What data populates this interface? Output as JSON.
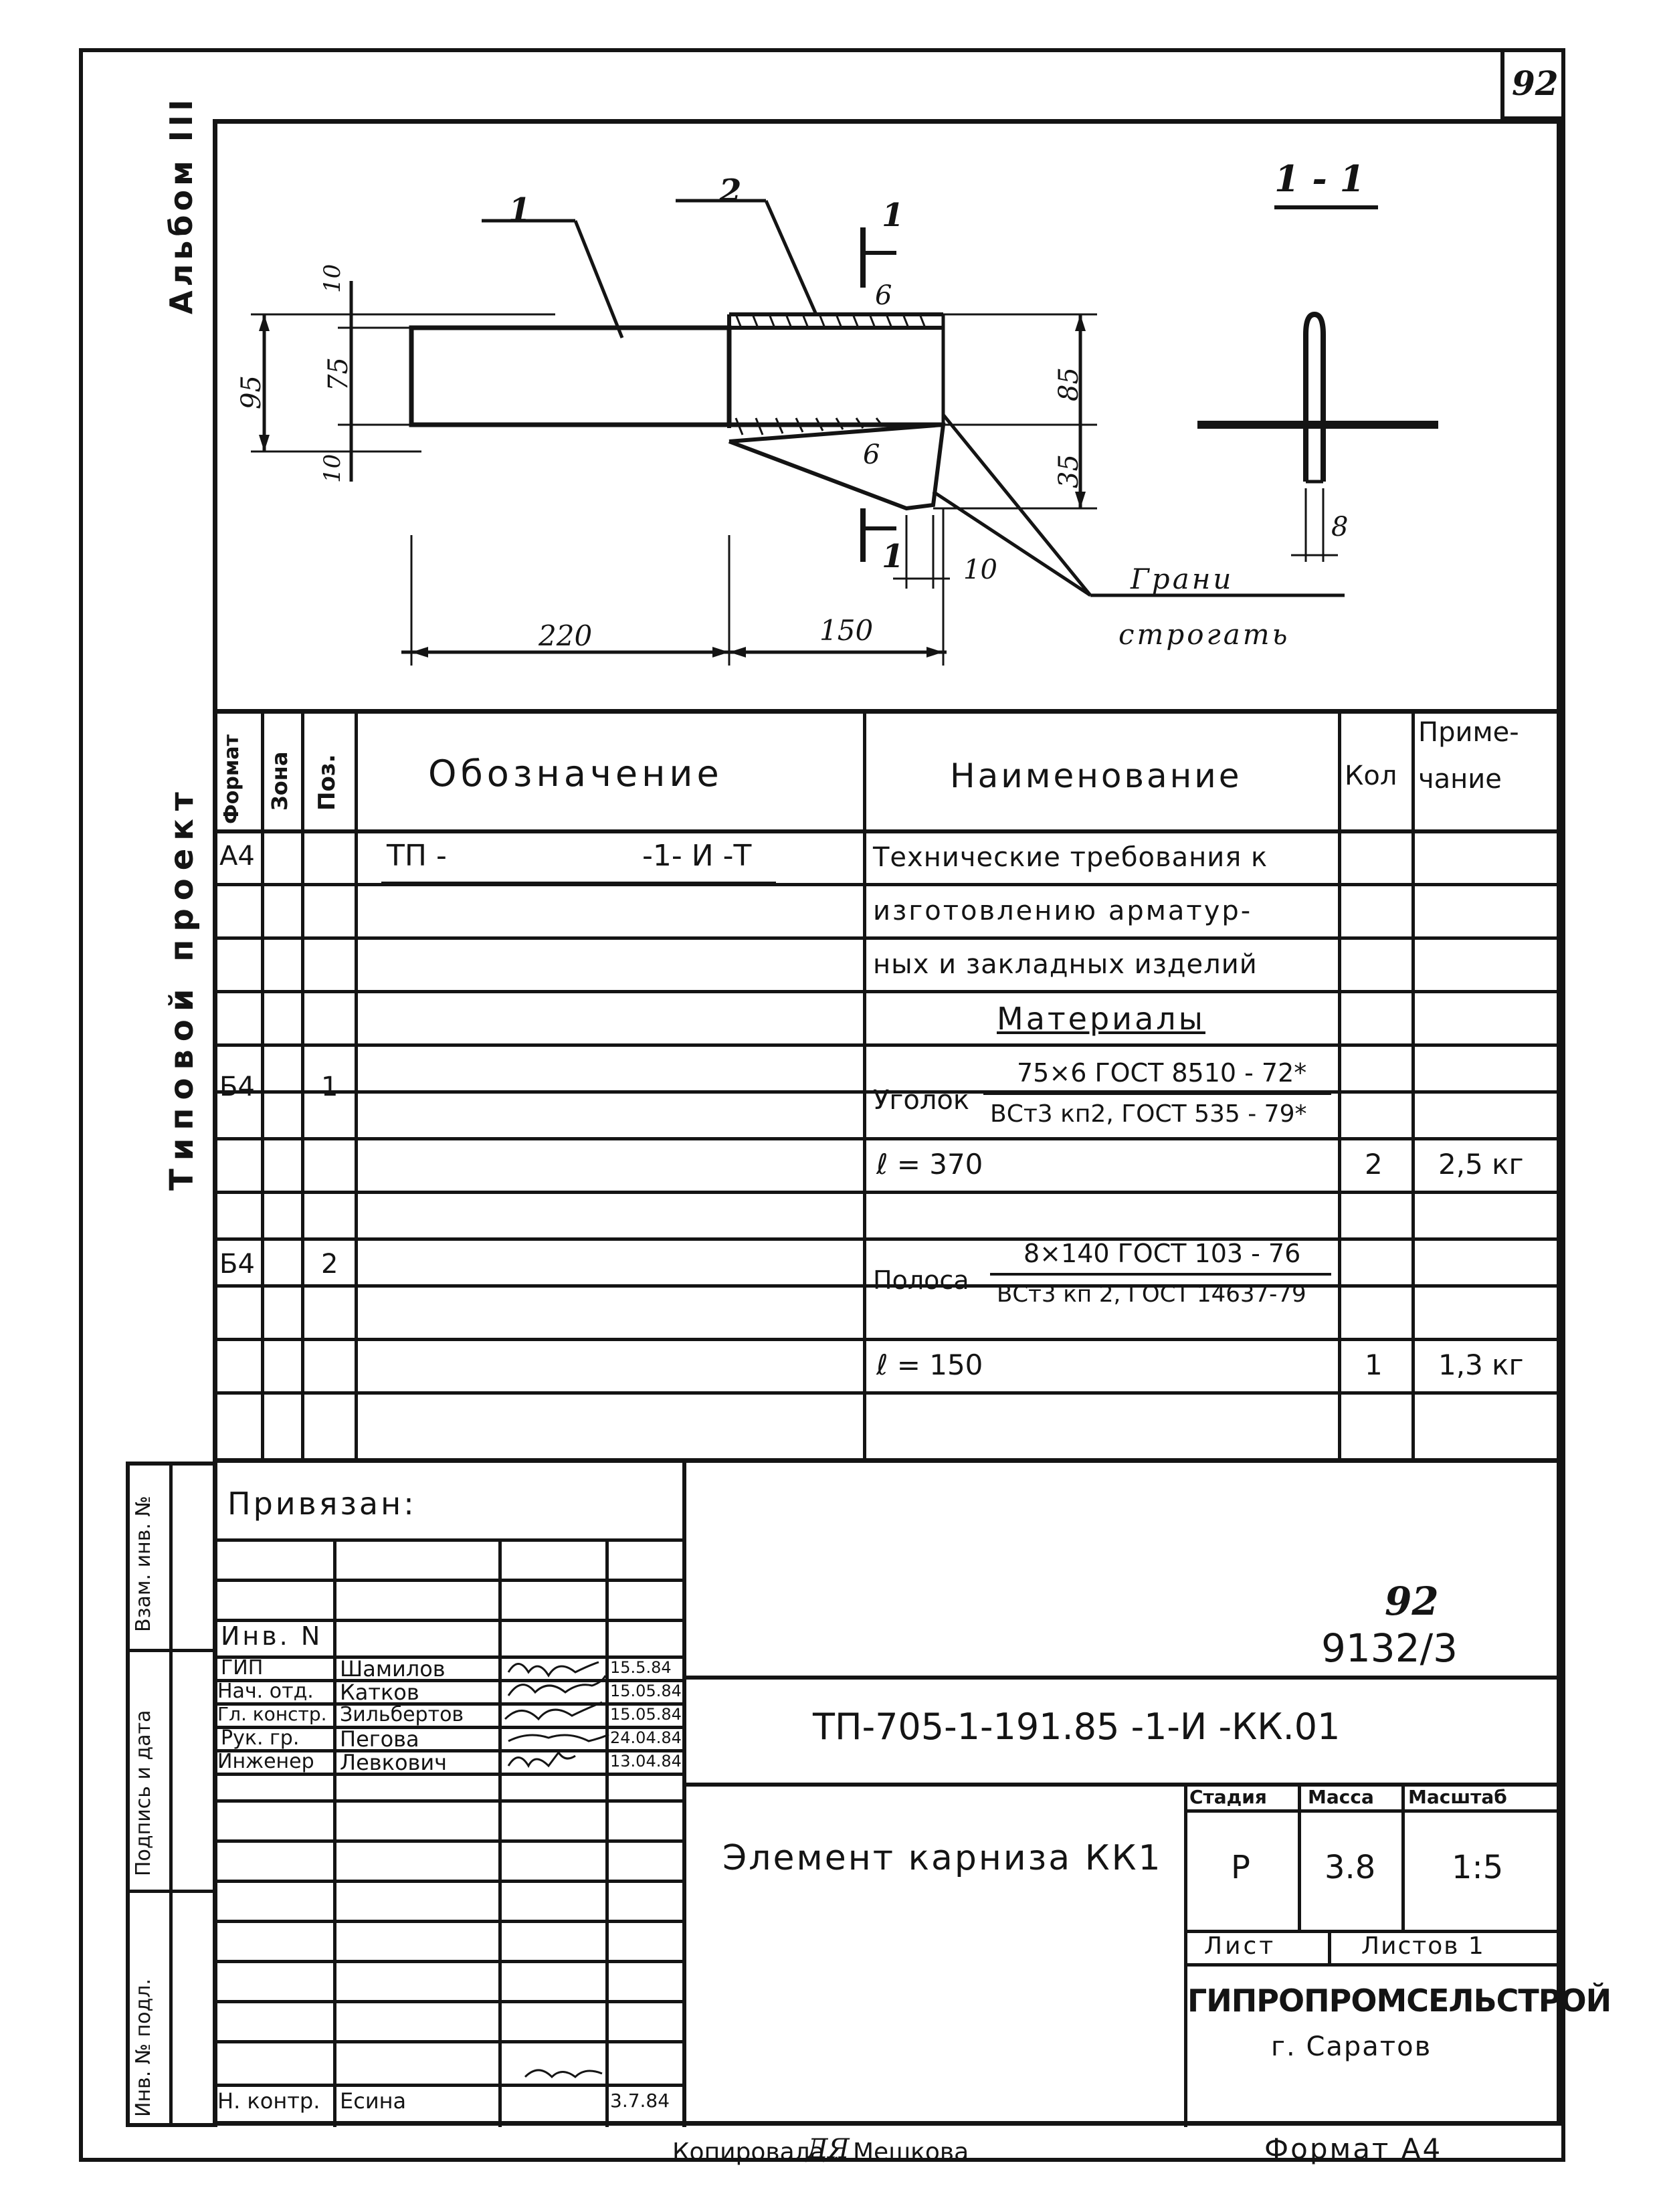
{
  "sheet_number": "92",
  "left_margin": {
    "album": "Альбом III",
    "project_type": "Типовой проект",
    "cells": [
      "Взам. инв. №",
      "Подпись и дата",
      "Инв. № подл."
    ]
  },
  "drawing": {
    "section_label": "1 - 1",
    "cut_mark": "1",
    "leaders": [
      "1",
      "2"
    ],
    "dims": {
      "d95": "95",
      "d75": "75",
      "d10a": "10",
      "d10b": "10",
      "d85": "85",
      "d35": "35",
      "d6a": "6",
      "d6b": "6",
      "d10c": "10",
      "d220": "220",
      "d150": "150",
      "d8": "8"
    },
    "note_line1": "Грани",
    "note_line2": "строгать"
  },
  "spec": {
    "headers": {
      "format": "Формат",
      "zone": "Зона",
      "pos": "Поз.",
      "designation": "Обозначение",
      "name": "Наименование",
      "qty": "Кол",
      "note1": "Приме-",
      "note2": "чание"
    },
    "row1": {
      "format": "А4",
      "designation_left": "ТП -",
      "designation_right": "-1- И -Т",
      "name": [
        "Технические требования к",
        "изготовлению арматур-",
        "ных и закладных изделий"
      ]
    },
    "materials_title": "Материалы",
    "row_angle": {
      "format": "Б4",
      "pos": "1",
      "name": "Уголок",
      "spec_top": "75×6 ГОСТ 8510 - 72*",
      "spec_bottom": "ВСт3 кп2, ГОСТ 535 - 79*"
    },
    "row_angle_len": {
      "name": "ℓ = 370",
      "qty": "2",
      "note": "2,5 кг"
    },
    "row_strip": {
      "format": "Б4",
      "pos": "2",
      "name": "Полоса",
      "spec_top": "8×140 ГОСТ 103 - 76",
      "spec_bottom": "ВСт3 кп 2, ГОСТ 14637-79"
    },
    "row_strip_len": {
      "name": "ℓ = 150",
      "qty": "1",
      "note": "1,3 кг"
    }
  },
  "title_block": {
    "bound": "Привязан:",
    "inv": "Инв. N",
    "number_top": "92",
    "number_bottom": "9132/3",
    "designation": "ТП-705-1-191.85 -1-И -КК.01",
    "roles": [
      "ГИП",
      "Нач. отд.",
      "Гл. констр.",
      "Рук. гр.",
      "Инженер"
    ],
    "names": [
      "Шамилов",
      "Катков",
      "Зильбертов",
      "Пегова",
      "Левкович"
    ],
    "dates": [
      "15.5.84",
      "15.05.84",
      "15.05.84",
      "24.04.84",
      "13.04.84"
    ],
    "control_role": "Н. контр.",
    "control_name": "Есина",
    "control_date": "3.7.84",
    "element_name": "Элемент карниза КК1",
    "stage_h": "Стадия",
    "mass_h": "Масса",
    "scale_h": "Масштаб",
    "stage": "Р",
    "mass": "3.8",
    "scale": "1:5",
    "sheet_h": "Лист",
    "sheets_h": "Листов 1",
    "org": "ГИПРОПРОМСЕЛЬСТРОЙ",
    "city": "г. Саратов"
  },
  "footer": {
    "copied_label": "Копировала :",
    "copied_name": "Мешкова",
    "format": "Формат А4"
  }
}
